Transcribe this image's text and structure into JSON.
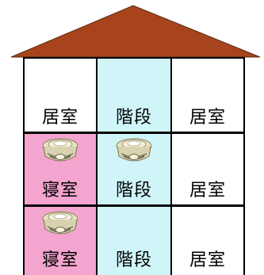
{
  "building": {
    "floors": [
      {
        "rooms": [
          {
            "label": "居室",
            "type": "living",
            "detector": false
          },
          {
            "label": "階段",
            "type": "stairs",
            "detector": false
          },
          {
            "label": "居室",
            "type": "living",
            "detector": false
          }
        ]
      },
      {
        "rooms": [
          {
            "label": "寝室",
            "type": "bedroom",
            "detector": true
          },
          {
            "label": "階段",
            "type": "stairs",
            "detector": true
          },
          {
            "label": "居室",
            "type": "living",
            "detector": false
          }
        ]
      },
      {
        "rooms": [
          {
            "label": "寝室",
            "type": "bedroom",
            "detector": true
          },
          {
            "label": "階段",
            "type": "stairs",
            "detector": false
          },
          {
            "label": "居室",
            "type": "living",
            "detector": false
          }
        ]
      }
    ]
  },
  "colors": {
    "roof": "#a8441d",
    "bedroom": "#f4a5cf",
    "stairs": "#cff5f8",
    "living": "#ffffff",
    "wall": "#000000"
  },
  "icons": {
    "detector": "smoke-detector-icon"
  }
}
